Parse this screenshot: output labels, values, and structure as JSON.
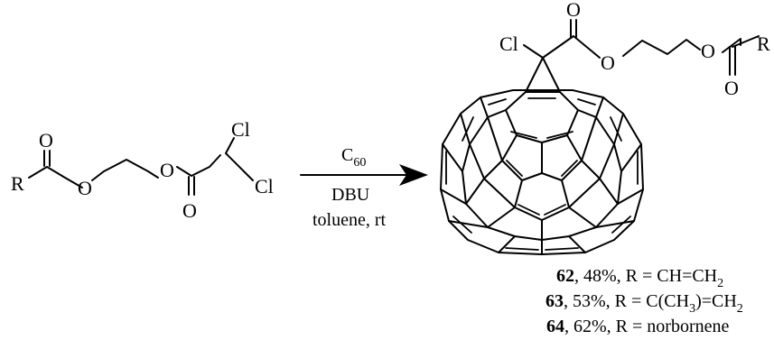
{
  "reactant": {
    "atoms": {
      "R": "R",
      "O_carbonyl": "O",
      "O_ester1": "O",
      "O_ester2": "O",
      "O_carbonyl2": "O",
      "Cl_top": "Cl",
      "Cl_right": "Cl"
    }
  },
  "conditions": {
    "reagent": "C",
    "reagent_subscript": "60",
    "base": "DBU",
    "solvent": "toluene, rt"
  },
  "product": {
    "atoms": {
      "Cl": "Cl",
      "O_carbonyl_top": "O",
      "O_ester1": "O",
      "O_ester2": "O",
      "O_carbonyl_bottom": "O",
      "R": "R"
    }
  },
  "results": [
    {
      "id": "62",
      "rest": ", 48%, R = CH=CH",
      "sub": "2",
      "tail": ""
    },
    {
      "id": "63",
      "rest": ", 53%, R = C(CH",
      "sub": "3",
      "tail": ")=CH",
      "sub2": "2"
    },
    {
      "id": "64",
      "rest": ", 62%, R = norbornene"
    }
  ]
}
